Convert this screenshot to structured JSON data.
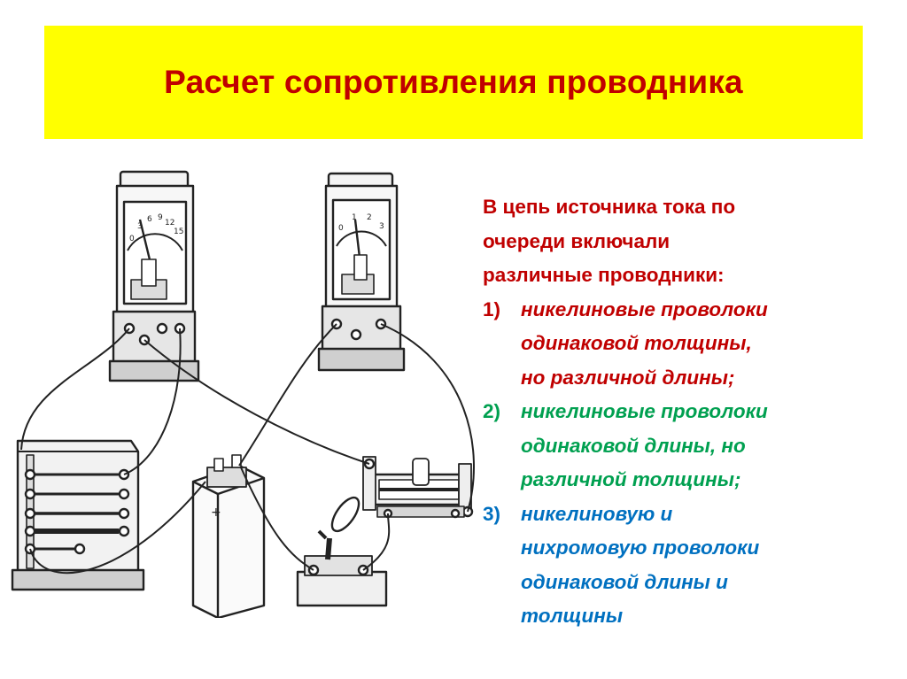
{
  "title": "Расчет сопротивления проводника",
  "colors": {
    "title_bg": "#ffff00",
    "title_text": "#c00000",
    "item1": "#c00000",
    "item2": "#00a050",
    "item3": "#0070c0"
  },
  "text": {
    "intro_lines": [
      "В цепь источника тока по",
      "очереди включали",
      "различные проводники:"
    ],
    "items": [
      {
        "number": "1)",
        "lines": [
          "никелиновые проволоки",
          "одинаковой толщины,",
          "но различной длины;"
        ]
      },
      {
        "number": "2)",
        "lines": [
          "никелиновые проволоки",
          "одинаковой длины, но",
          "различной толщины;"
        ]
      },
      {
        "number": "3)",
        "lines": [
          "никелиновую и",
          "нихромовую проволоки",
          "одинаковой длины и",
          "толщины"
        ]
      }
    ]
  },
  "illustration": {
    "voltmeter_scale": [
      "0",
      "3",
      "6",
      "9",
      "12",
      "15"
    ],
    "ammeter_scale": [
      "0",
      "1",
      "2",
      "3"
    ],
    "battery_mark": "+"
  }
}
